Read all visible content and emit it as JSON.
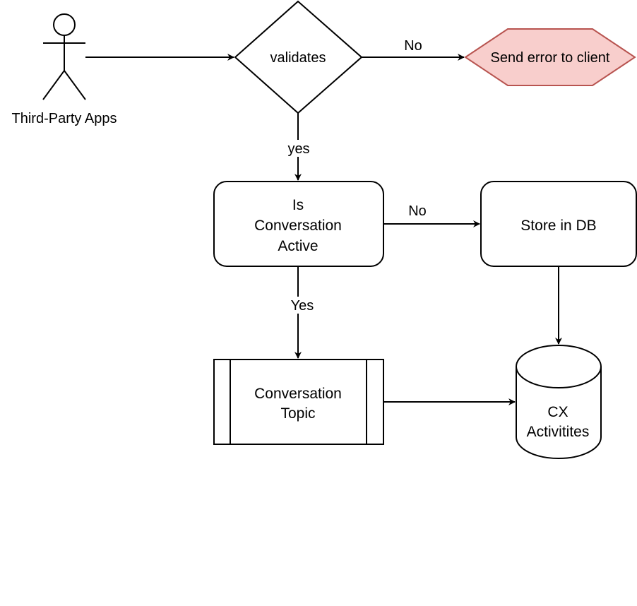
{
  "diagram": {
    "nodes": {
      "actor": {
        "label": "Third-Party Apps"
      },
      "validates": {
        "label": "validates"
      },
      "send_error": {
        "label": "Send error to client"
      },
      "is_active": {
        "lines": [
          "Is",
          "Conversation",
          "Active"
        ]
      },
      "store_db": {
        "label": "Store in DB"
      },
      "topic": {
        "lines": [
          "Conversation",
          "Topic"
        ]
      },
      "cx": {
        "lines": [
          "CX",
          "Activitites"
        ]
      }
    },
    "edges": {
      "validates_no": "No",
      "validates_yes": "yes",
      "active_no": "No",
      "active_yes": "Yes"
    },
    "colors": {
      "error_fill": "#f8cecc",
      "error_stroke": "#b85450",
      "stroke": "#000000"
    }
  }
}
